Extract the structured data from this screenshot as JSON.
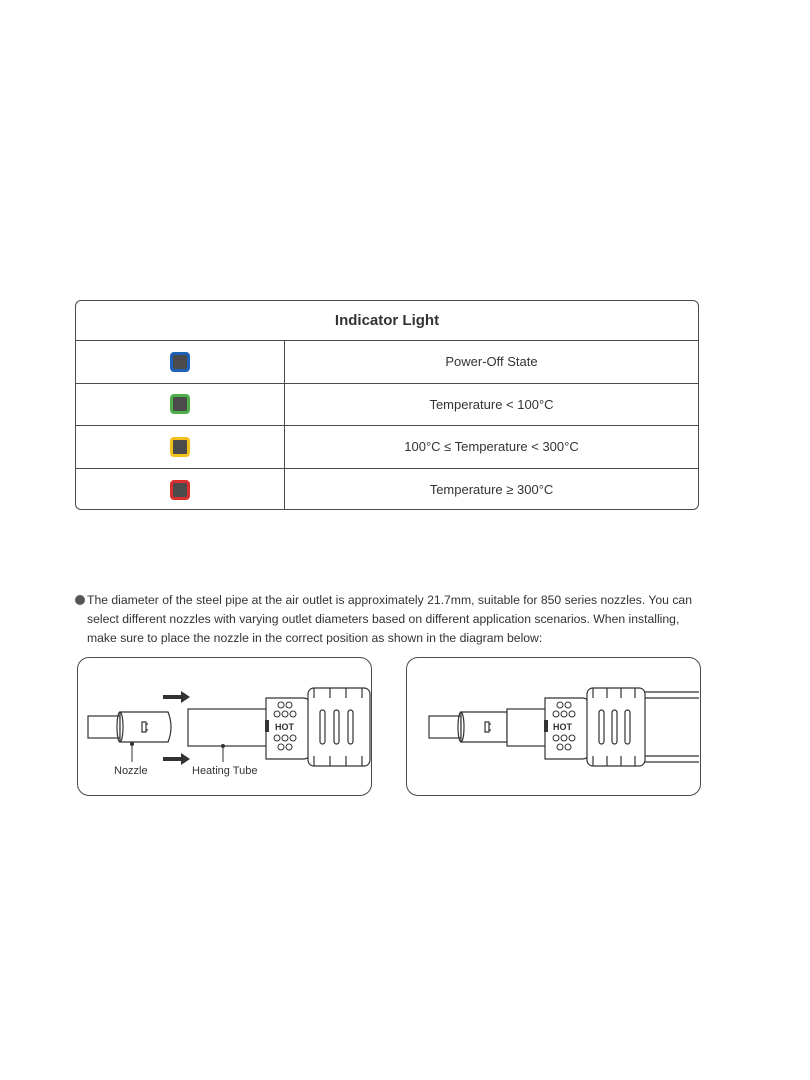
{
  "table": {
    "title": "Indicator Light",
    "rows": [
      {
        "color_name": "blue",
        "color": "#1d63b5",
        "state": "Power-Off State"
      },
      {
        "color_name": "green",
        "color": "#4cb04c",
        "state": "Temperature < 100°C"
      },
      {
        "color_name": "yellow",
        "color": "#f2c21a",
        "state": "100°C ≤ Temperature < 300°C"
      },
      {
        "color_name": "red",
        "color": "#d93030",
        "state": "Temperature ≥ 300°C"
      }
    ]
  },
  "note": {
    "line1": "The diameter of the steel pipe at the air outlet is approximately 21.7mm, suitable for 850 series nozzles. You can",
    "line2": "select different nozzles with varying outlet diameters based on different application scenarios. When installing,",
    "line3": "make sure to place the nozzle in the correct position as shown in the diagram below:"
  },
  "diagram": {
    "nozzle_label": "Nozzle",
    "tube_label": "Heating Tube",
    "hot_label": "HOT"
  }
}
